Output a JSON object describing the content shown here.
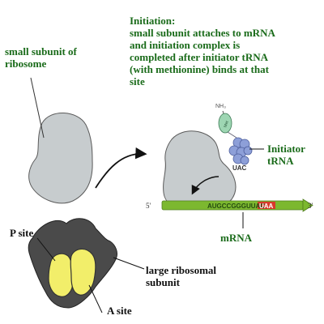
{
  "colors": {
    "label_green": "#1a6b1a",
    "small_subunit": "#c7ccce",
    "large_subunit": "#4a4a4a",
    "site_yellow": "#f2ee6a",
    "trna_blue": "#8d9fd8",
    "methionine_green": "#9ed6b3",
    "mrna_green": "#7cb82f",
    "stop_codon": "#d9382c"
  },
  "labels": {
    "small_subunit_label": [
      "small subunit of",
      "ribosome"
    ],
    "initiation_text": [
      "Initiation:",
      "small subunit attaches to mRNA",
      "and initiation complex is",
      "completed after initiator tRNA",
      "(with methionine) binds at that",
      "site"
    ],
    "initiator_trna": [
      "Initiator",
      "tRNA"
    ],
    "mrna": "mRNA",
    "p_site": "P site",
    "a_site": "A site",
    "large_subunit_label": [
      "large ribosomal",
      "subunit"
    ]
  },
  "molecule": {
    "amino_group": "NH₃",
    "methionine": "Met",
    "anticodon": "UAC"
  },
  "mrna_strand": {
    "five_prime": "5'",
    "three_prime": "3'",
    "sequence": "AUGCCGGGUUACUAA",
    "start_portion": "AUGCCGGGUUAC",
    "stop_codon": "UAA"
  }
}
